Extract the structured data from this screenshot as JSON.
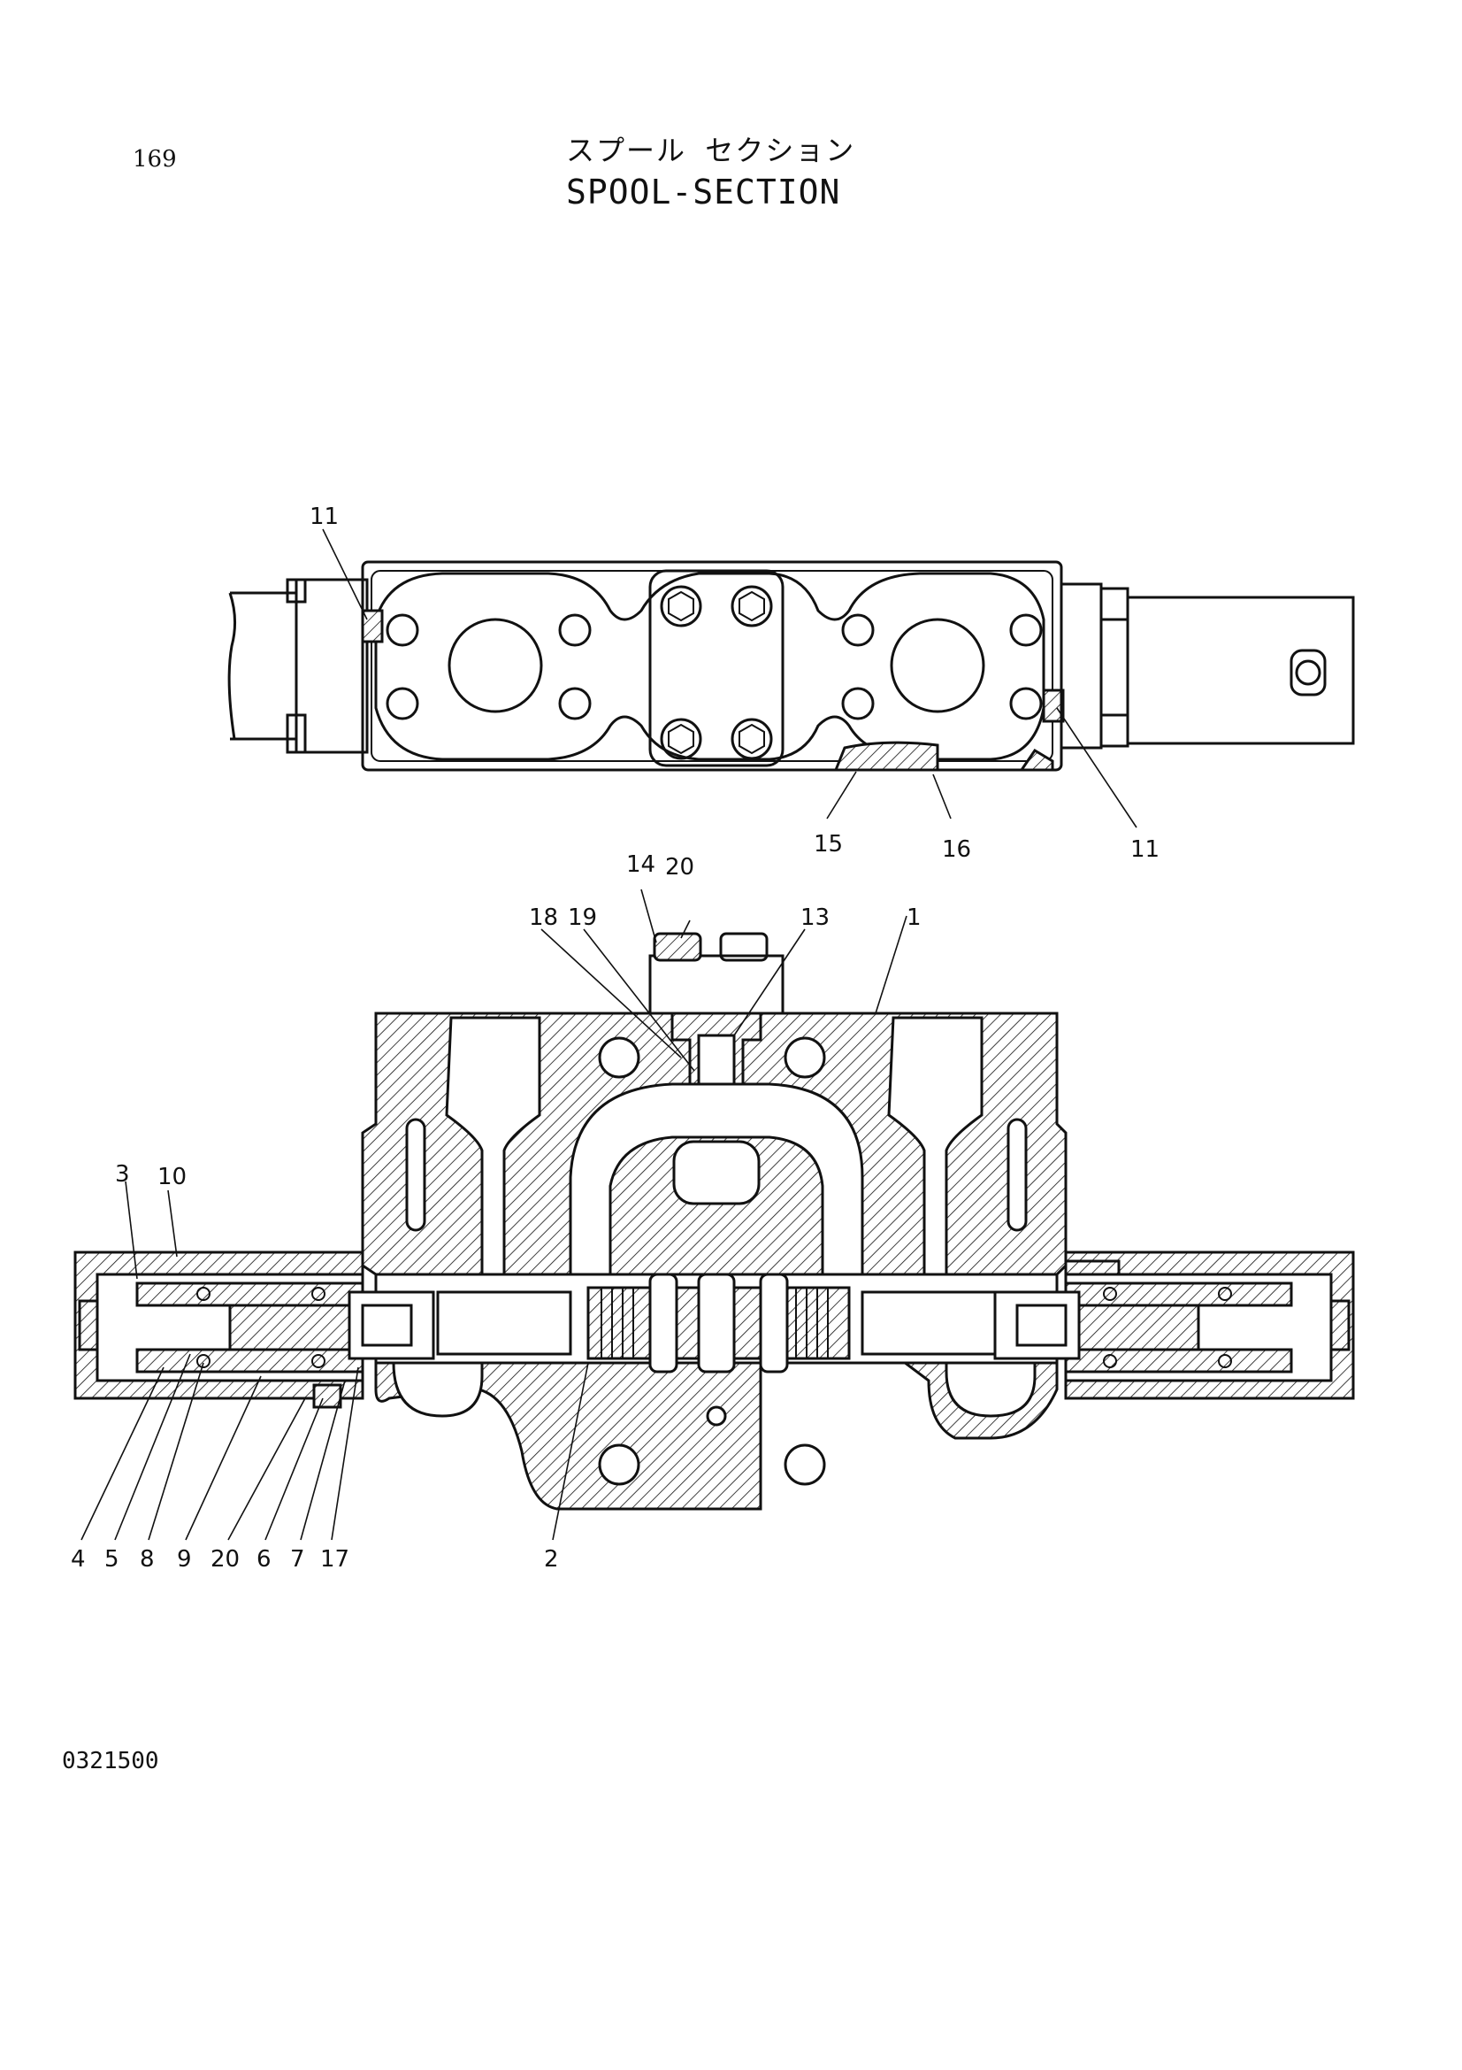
{
  "page_number": "169",
  "title_jp": "スプール セクション",
  "title_en": "SPOOL-SECTION",
  "drawing_number": "0321500",
  "callouts": {
    "top_11_left": "11",
    "top_11_right": "11",
    "c15": "15",
    "c16": "16",
    "c14": "14",
    "c20_top": "20",
    "c18": "18",
    "c19": "19",
    "c13": "13",
    "c1": "1",
    "c3": "3",
    "c10": "10",
    "c4": "4",
    "c5": "5",
    "c8": "8",
    "c9": "9",
    "c20_bottom": "20",
    "c6": "6",
    "c7": "7",
    "c17": "17",
    "c2": "2"
  }
}
